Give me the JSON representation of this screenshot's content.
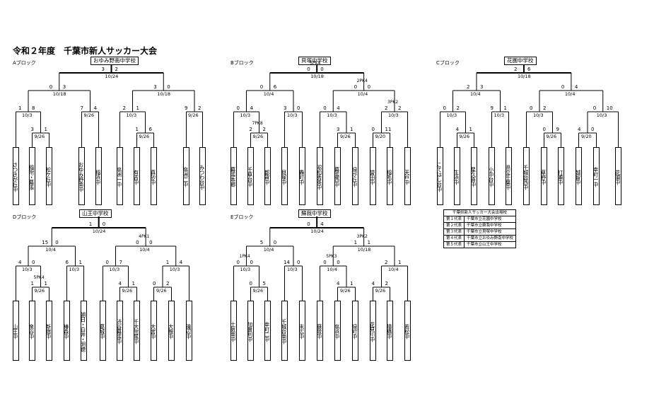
{
  "title": "令和２年度　千葉市新人サッカー大会",
  "blocks": {
    "A": {
      "label": "Aブロック",
      "champion": "おゆみ野南中学校",
      "final": {
        "l": "3",
        "r": "2",
        "date": "10/24"
      },
      "semi1": {
        "l": "0",
        "r": "3",
        "date": "10/18"
      },
      "semi2": {
        "l": "3",
        "r": "0",
        "date": "10/18"
      },
      "q1": {
        "l": "1",
        "r": "8",
        "date": "10/3"
      },
      "q2": {
        "l": "7",
        "r": "4",
        "date": "9/26"
      },
      "q3": {
        "l": "2",
        "r": "1",
        "date": "10/3"
      },
      "q4": {
        "l": "9",
        "r": "2",
        "date": "9/26"
      },
      "r1a": {
        "l": "3",
        "r": "1",
        "date": "9/26"
      },
      "r1b": {
        "l": "1",
        "r": "6",
        "date": "9/26"
      },
      "teams": [
        "さつきが丘中",
        "稲附・幕張",
        "松ケ丘中",
        "おゆみ野南中",
        "稲浜中",
        "高洲一中",
        "有吉中",
        "真砂中",
        "高洲二中",
        "みつわ台中"
      ]
    },
    "B": {
      "label": "Bブロック",
      "champion": "貝塚中学校",
      "final": {
        "pk": "5PK4",
        "l": "0",
        "r": "0",
        "date": "10/18"
      },
      "semi1": {
        "l": "0",
        "r": "6",
        "date": "10/4"
      },
      "semi2": {
        "pk": "2PK4",
        "l": "0",
        "r": "0",
        "date": "10/4"
      },
      "q1": {
        "l": "0",
        "r": "4",
        "date": "10/3"
      },
      "q2": {
        "l": "3",
        "r": "0",
        "date": "10/3"
      },
      "q3": {
        "l": "0",
        "r": "4",
        "date": "10/3"
      },
      "q4": {
        "pk": "3PK2",
        "l": "2",
        "r": "2",
        "date": "10/3"
      },
      "r1a": {
        "pk": "7PK8",
        "l": "2",
        "r": "2",
        "date": "9/26"
      },
      "r1b": {
        "l": "3",
        "r": "1",
        "date": "9/26"
      },
      "r1c": {
        "l": "0",
        "r": "11",
        "date": "9/20"
      },
      "teams": [
        "幕張本郷",
        "千草台中",
        "都賀中",
        "貝塚中",
        "轟町中",
        "昭和秀英中",
        "幕張西中",
        "緑が丘中",
        "誉田中",
        "稲毛中",
        "天戸中"
      ]
    },
    "C": {
      "label": "Cブロック",
      "champion": "花園中学校",
      "final": {
        "l": "2",
        "r": "6",
        "date": "10/18"
      },
      "semi1": {
        "l": "2",
        "r": "3",
        "date": "10/4"
      },
      "semi2": {
        "l": "0",
        "r": "4",
        "date": "10/4"
      },
      "q1": {
        "l": "0",
        "r": "2",
        "date": "10/3"
      },
      "q2": {
        "l": "9",
        "r": "1",
        "date": "10/3"
      },
      "q3": {
        "l": "0",
        "r": "2",
        "date": "10/3"
      },
      "q4": {
        "l": "0",
        "r": "10",
        "date": "10/3"
      },
      "r1a": {
        "l": "4",
        "r": "1",
        "date": "9/26"
      },
      "r1b": {
        "l": "0",
        "r": "9",
        "date": "9/26"
      },
      "r1c": {
        "l": "4",
        "r": "0",
        "date": "9/20"
      },
      "teams": [
        "こてはし台中",
        "生浜中",
        "星久喜中",
        "小中台中",
        "県立千葉中",
        "千城台西中",
        "草野中",
        "打瀬中",
        "越智中",
        "幸町一中",
        "花園中"
      ]
    },
    "D": {
      "label": "Dブロック",
      "champion": "山王中学校",
      "final": {
        "l": "1",
        "r": "0",
        "date": "10/24"
      },
      "semi1": {
        "l": "15",
        "r": "0",
        "date": "10/4"
      },
      "semi2": {
        "pk": "4PK1",
        "l": "0",
        "r": "0",
        "date": "10/4"
      },
      "q1": {
        "l": "4",
        "r": "0",
        "date": "10/3"
      },
      "q2": {
        "l": "6",
        "r": "1",
        "date": "10/3"
      },
      "q3": {
        "l": "0",
        "r": "7",
        "date": "10/3"
      },
      "q4": {
        "l": "1",
        "r": "4",
        "date": "10/3"
      },
      "r1a": {
        "pk": "5PK4",
        "l": "1",
        "r": "1",
        "date": "9/26"
      },
      "r1b": {
        "l": "4",
        "r": "1",
        "date": "9/26"
      },
      "r1c": {
        "l": "0",
        "r": "2",
        "date": "9/26"
      },
      "teams": [
        "山王中",
        "泉谷中",
        "新宿中",
        "椿森中",
        "朝日・白井・明徳",
        "葛城中",
        "渋谷幕張中",
        "千大附属中",
        "大宮中",
        "大椎中",
        "磯辺中"
      ]
    },
    "E": {
      "label": "Eブロック",
      "champion": "蘇我中学校",
      "final": {
        "l": "0",
        "r": "4",
        "date": "10/24"
      },
      "semi1": {
        "l": "5",
        "r": "0",
        "date": "10/4"
      },
      "semi2": {
        "pk": "3PK2",
        "l": "1",
        "r": "1",
        "date": "10/18"
      },
      "q1": {
        "pk": "1PK4",
        "l": "0",
        "r": "0",
        "date": "10/3"
      },
      "q2": {
        "l": "14",
        "r": "0",
        "date": "10/3"
      },
      "q3": {
        "pk": "5PK3",
        "l": "0",
        "r": "0",
        "date": "10/4"
      },
      "q4": {
        "l": "2",
        "r": "1",
        "date": "10/4"
      },
      "r1a": {
        "l": "0",
        "r": "5",
        "date": "9/26"
      },
      "r1b": {
        "l": "4",
        "r": "1",
        "date": "9/26"
      },
      "r1c": {
        "l": "4",
        "r": "2",
        "date": "9/26"
      },
      "teams": [
        "土気南中",
        "加曽利中",
        "幸町二中",
        "千城台南中",
        "末広中",
        "蘇我中",
        "高浜中",
        "緑町中",
        "花見川中",
        "犢橋中",
        "若松中"
      ]
    }
  },
  "representatives": {
    "header": "千葉県新人サッカー大会出場校",
    "rows": [
      {
        "rank": "第１代表",
        "school": "千葉市立花園中学校"
      },
      {
        "rank": "第２代表",
        "school": "千葉市立蘇我中学校"
      },
      {
        "rank": "第３代表",
        "school": "千葉市立貝塚中学校"
      },
      {
        "rank": "第４代表",
        "school": "千葉市立おゆみ野南中学校"
      },
      {
        "rank": "第５代表",
        "school": "千葉市立山王中学校"
      }
    ]
  }
}
